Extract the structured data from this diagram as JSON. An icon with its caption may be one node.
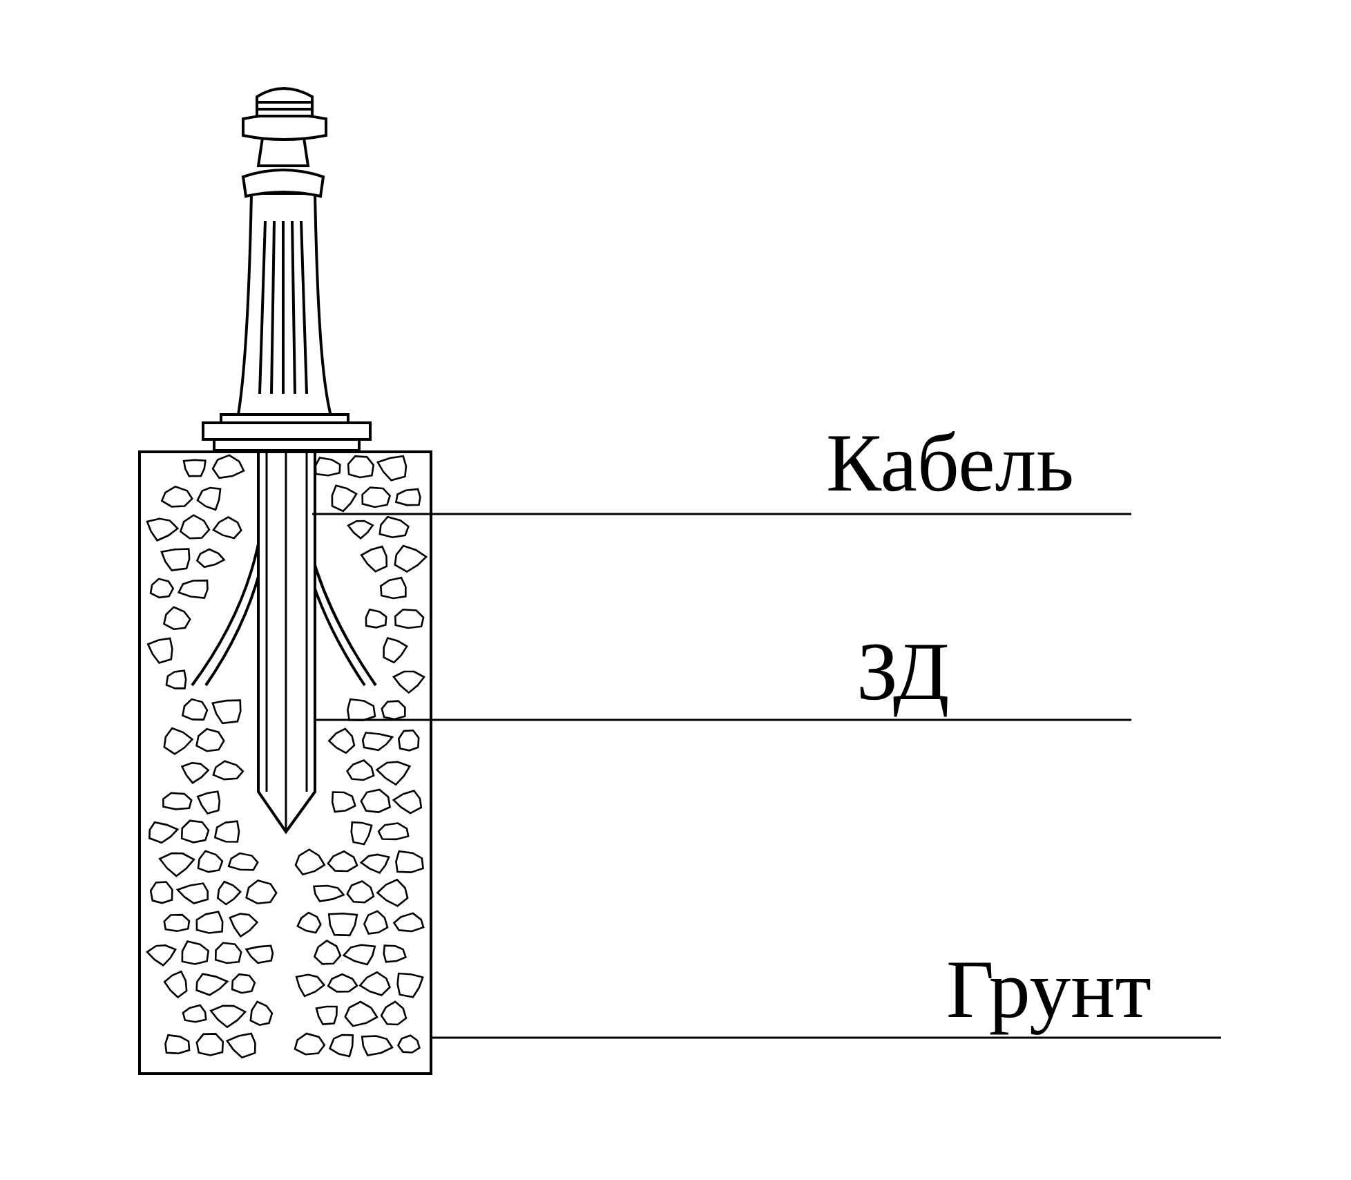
{
  "diagram": {
    "nodes": [
      {
        "text": [
          "Кабель"
        ]
      },
      {
        "text": [
          "ЗД"
        ]
      },
      {
        "text": [
          "Грунт"
        ]
      },
      {
        "text": [],
        "shape": "box"
      },
      {
        "text": [],
        "shape": "picture",
        "in": 3
      },
      {
        "text": [],
        "shape": "bar",
        "in": 3
      }
    ],
    "edges": [
      {
        "from": 0,
        "to": 4,
        "arrow": "none"
      },
      {
        "from": 1,
        "to": 5,
        "arrow": "none"
      },
      {
        "from": 2,
        "to": 3,
        "arrow": "none"
      }
    ]
  }
}
